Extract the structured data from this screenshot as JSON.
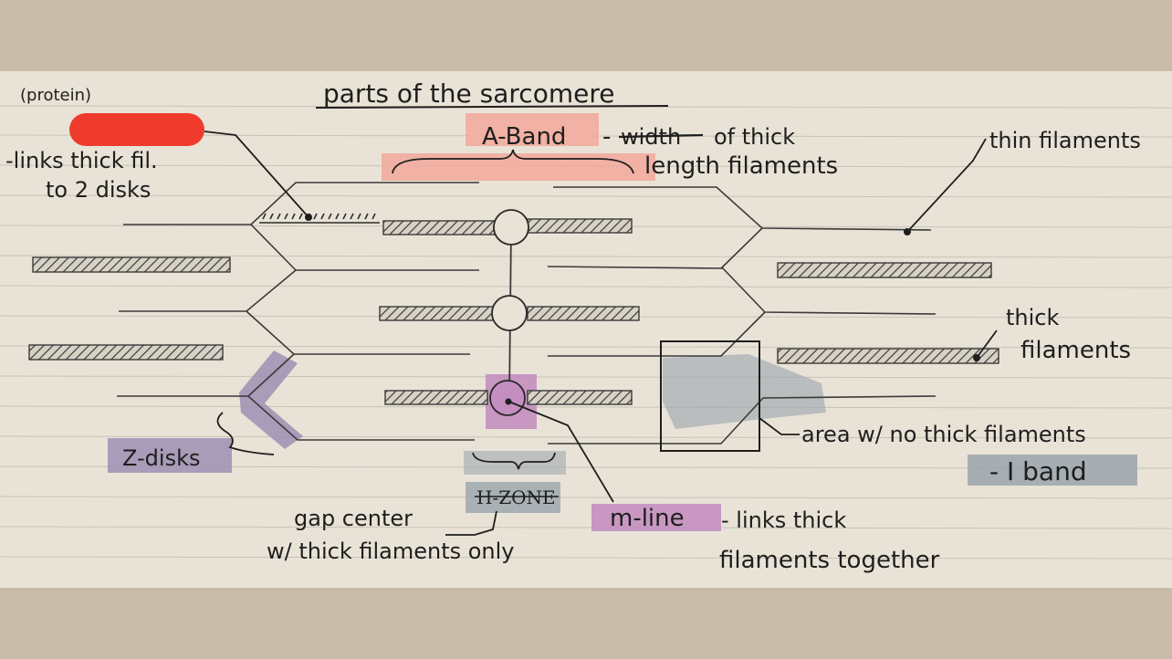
{
  "title": "parts of the sarcomere",
  "labels": {
    "protein": "(protein)",
    "protein_desc_1": "-links thick fil.",
    "protein_desc_2": "to 2 disks",
    "a_band": "A-Band",
    "a_band_dash": "-",
    "a_band_struck": "width",
    "a_band_desc_1": "of thick",
    "a_band_desc_2": "length filaments",
    "thin_filaments": "thin filaments",
    "thick_filaments_1": "thick",
    "thick_filaments_2": "filaments",
    "i_band_desc": "area w/ no thick filaments",
    "i_band": "- I band",
    "z_disks": "Z-disks",
    "h_zone": "H-ZONE",
    "h_zone_desc_1": "gap center",
    "h_zone_desc_2": "w/ thick filaments only",
    "m_line": "m-line",
    "m_line_desc_1": "- links thick",
    "m_line_desc_2": "filaments together"
  },
  "colors": {
    "paper": "#e9e3d7",
    "background": "#c8bca9",
    "ink": "#1e1e1e",
    "redaction": "#ef3b2c",
    "pink_highlight": "#f2a89b",
    "purple_highlight": "#9d8fb4",
    "pinkpurple_highlight": "#c48ec0",
    "gray_highlight": "#9aa4ad"
  }
}
